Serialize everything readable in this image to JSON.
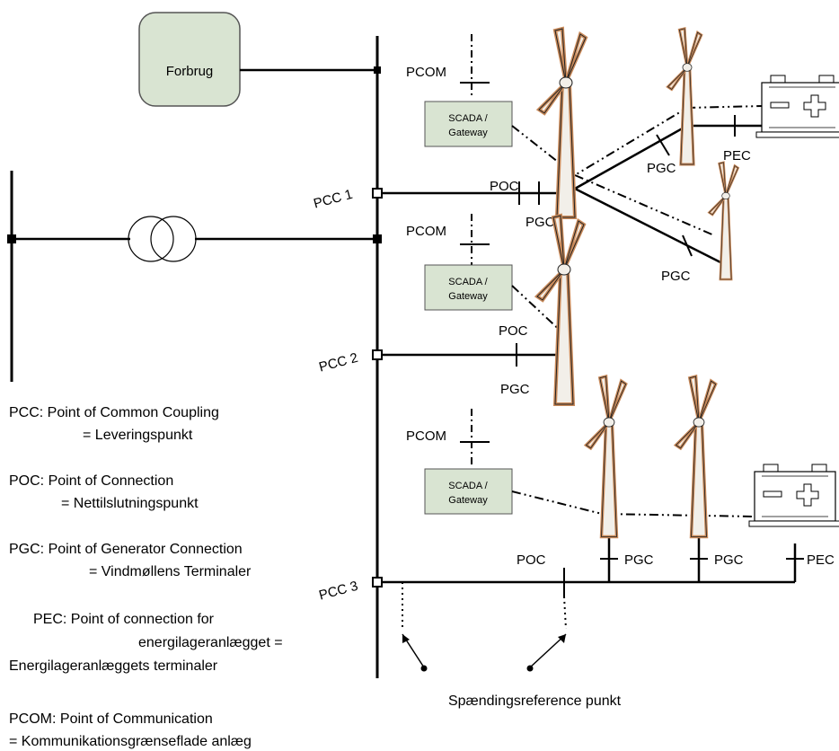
{
  "colors": {
    "box_fill": "#d9e4d2",
    "box_stroke": "#555555",
    "turbine_fill": "#f2efe9",
    "turbine_outline": "#c98a5a",
    "line": "#000000"
  },
  "consumption_box": "Forbrug",
  "scada": {
    "line1": "SCADA /",
    "line2": "Gateway"
  },
  "pcc_labels": {
    "pcc1": "PCC 1",
    "pcc2": "PCC 2",
    "pcc3": "PCC 3"
  },
  "point_labels": {
    "pcom": "PCOM",
    "poc": "POC",
    "pgc": "PGC",
    "pec": "PEC"
  },
  "voltage_reference": "Spændingsreference punkt",
  "legend": [
    {
      "line1": "PCC: Point of Common Coupling",
      "line2": "= Leveringspunkt"
    },
    {
      "line1": "POC: Point of Connection",
      "line2": "= Nettilslutningspunkt"
    },
    {
      "line1": "PGC: Point of Generator Connection",
      "line2": "= Vindmøllens Terminaler"
    },
    {
      "line1": "PEC: Point of connection for",
      "line2": "energilageranlægget =",
      "line3": "Energilageranlæggets terminaler"
    },
    {
      "line1": "PCOM: Point of Communication",
      "line2": "= Kommunikationsgrænseflade anlæg"
    }
  ],
  "icons": {
    "transformer": "transformer-symbol",
    "turbine": "wind-turbine-icon",
    "battery": "battery-icon",
    "reference_arrow": "arrow-icon"
  }
}
